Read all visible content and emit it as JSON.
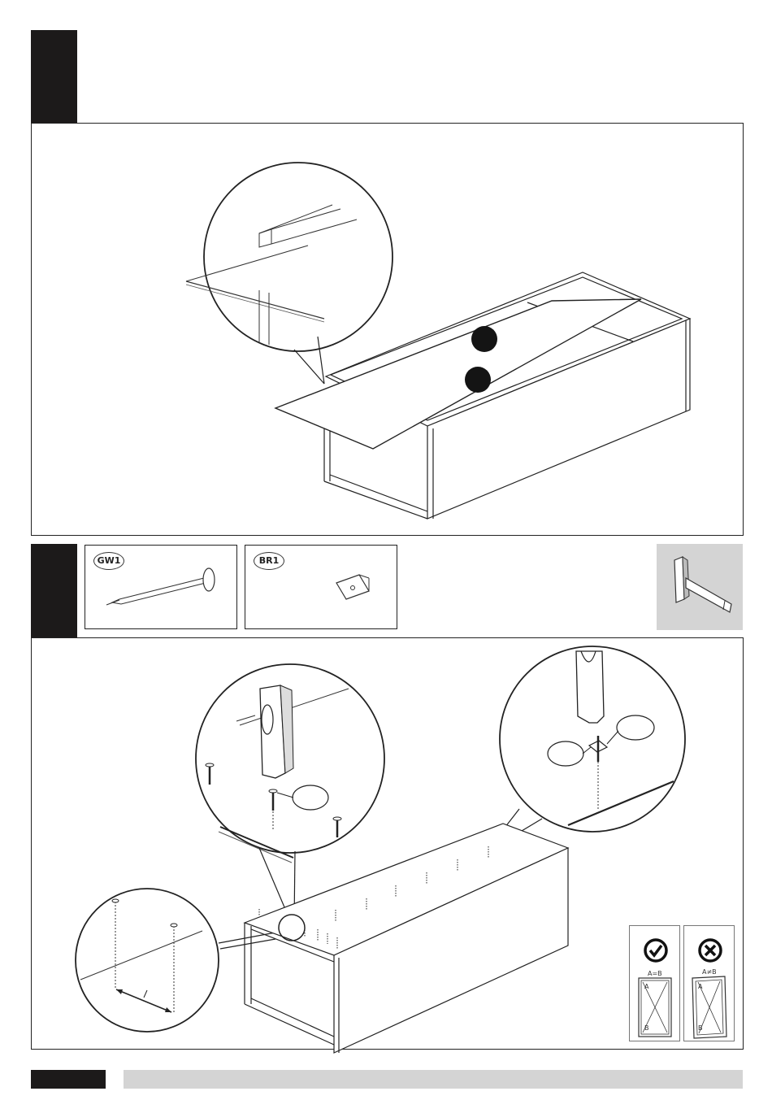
{
  "parts": [
    {
      "code": "GW1"
    },
    {
      "code": "BR1"
    }
  ],
  "checks": [
    {
      "eq": "A=B",
      "a": "A",
      "b": "B"
    },
    {
      "eq": "A≠B",
      "a": "A",
      "b": "B"
    }
  ],
  "icons": {
    "tool": "hammer-icon",
    "ok": "check-icon",
    "bad": "cross-icon"
  }
}
